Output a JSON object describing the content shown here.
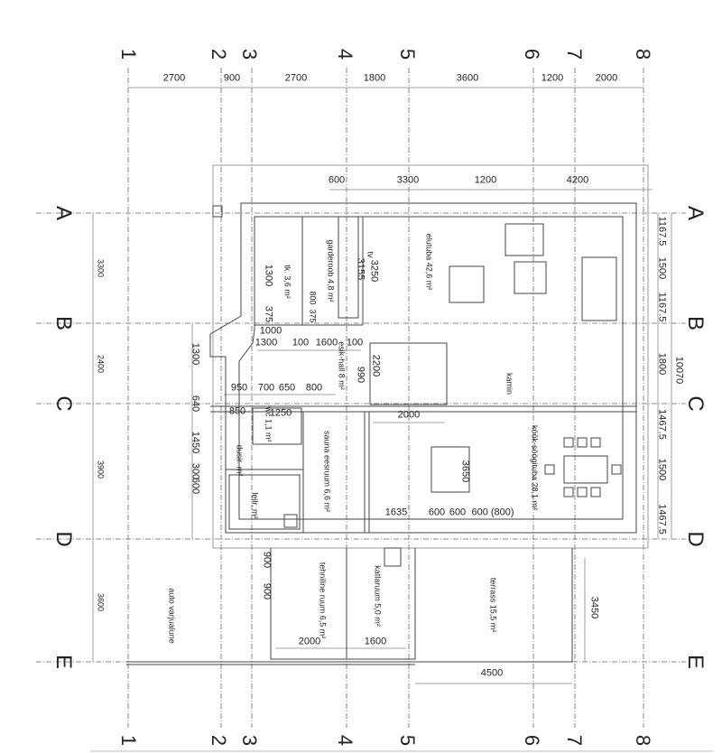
{
  "grid_columns": [
    "1",
    "2",
    "3",
    "4",
    "5",
    "6",
    "7",
    "8"
  ],
  "grid_rows": [
    "A",
    "B",
    "C",
    "D",
    "E"
  ],
  "top_dimensions": [
    "2700",
    "900",
    "2700",
    "1800",
    "3600",
    "1200",
    "2000"
  ],
  "inner_top_dimensions": [
    "600",
    "3300",
    "1200",
    "4200"
  ],
  "right_dimensions": [
    "1167.5",
    "1500",
    "1167.5",
    "1800",
    "1467.5",
    "1500",
    "1467.5"
  ],
  "right_total": "10070",
  "left_dimensions": [
    "3300",
    "2400",
    "3900",
    "3600"
  ],
  "left_inner_dimensions": [
    "1300",
    "640",
    "1450",
    "300",
    "600"
  ],
  "rooms": {
    "wc_tk": "tk. 3,6 m²",
    "garderoob": "garderoob 4,8 m²",
    "elutuba": "elutuba 42,6 m²",
    "esik": "esik-hall 8 m²",
    "kamin": "kamin",
    "wc": "wc 1,1 m²",
    "dush": "dusir. m²",
    "saun_eesruum": "sauna eesruum 6,6 m²",
    "leiliruum": "leilr. m²",
    "kook": "köök-söögituba 28,1 m²",
    "auto": "auto varjualune",
    "tehniline": "tehniline ruum 6,5 m²",
    "katlaruum": "katlaruum 5,0 m²",
    "terrass": "terrass 15,5 m²"
  },
  "inner_dimensions": {
    "tk_1300": "1300",
    "tk_375": "375",
    "g_800": "800",
    "g_375": "375",
    "d_3155": "3155",
    "tv": "tv",
    "d_3250": "3250",
    "d_1000": "1000",
    "d_1300": "1300",
    "d_100a": "100",
    "d_1600": "1600",
    "d_100b": "100",
    "d_2200": "2200",
    "d_990": "990",
    "d_950": "950",
    "d_700": "700",
    "d_650": "650",
    "d_800": "800",
    "d_850": "850",
    "d_1250": "1250",
    "d_2000k": "2000",
    "d_3650": "3650",
    "d_1635": "1635",
    "d_600a": "600",
    "d_600b": "600",
    "d_600_800": "600 (800)",
    "d_900a": "900",
    "d_900b": "900",
    "d_2000t": "2000",
    "d_1600t": "1600",
    "d_3450": "3450",
    "d_4500": "4500"
  }
}
